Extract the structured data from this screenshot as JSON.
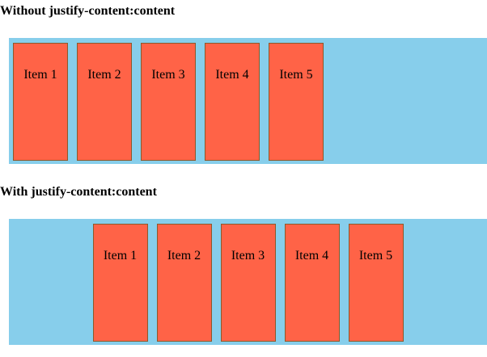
{
  "sections": [
    {
      "heading": "Without justify-content:content",
      "items": [
        "Item 1",
        "Item 2",
        "Item 3",
        "Item 4",
        "Item 5"
      ]
    },
    {
      "heading": "With justify-content:content",
      "items": [
        "Item 1",
        "Item 2",
        "Item 3",
        "Item 4",
        "Item 5"
      ]
    }
  ],
  "colors": {
    "container_background": "#87ceeb",
    "item_background": "#ff6347",
    "item_border": "#8b5a2b"
  }
}
